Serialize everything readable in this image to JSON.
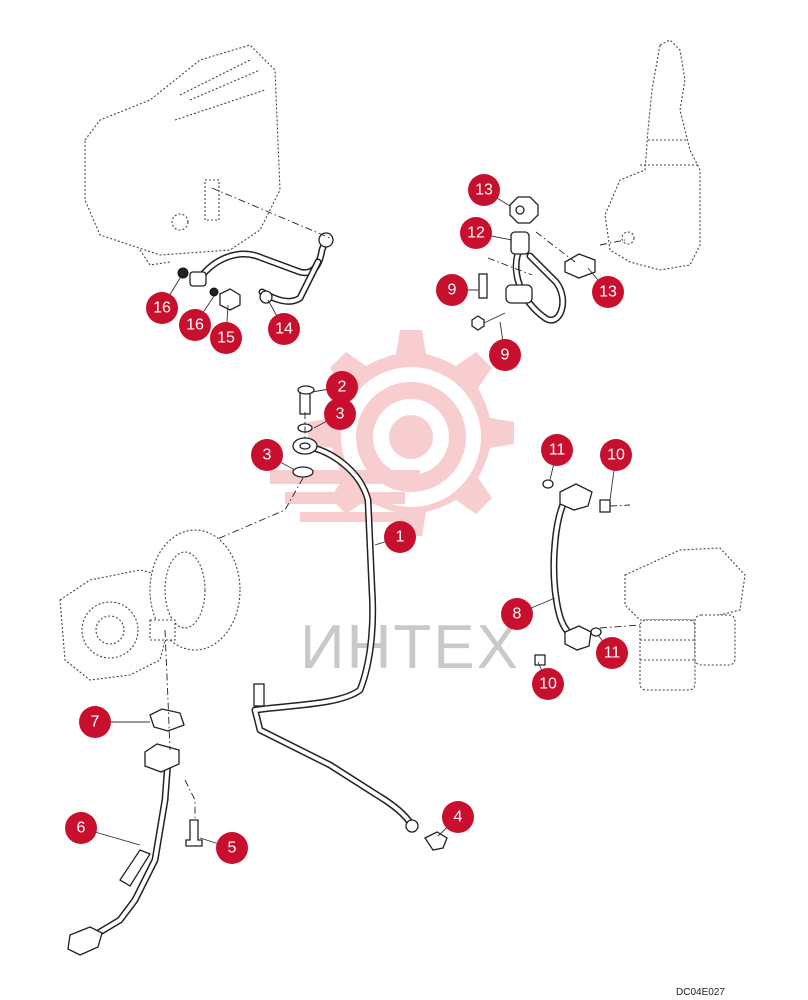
{
  "watermark": {
    "text": "ИНТЕХ"
  },
  "drawing_code": "DC04E027",
  "colors": {
    "callout": "#c8102e",
    "watermark_gear": "#e8676f",
    "watermark_text": "#c9c9c9"
  },
  "callouts": [
    {
      "id": "c1",
      "label": "1"
    },
    {
      "id": "c2",
      "label": "2"
    },
    {
      "id": "c3a",
      "label": "3"
    },
    {
      "id": "c3b",
      "label": "3"
    },
    {
      "id": "c4",
      "label": "4"
    },
    {
      "id": "c5",
      "label": "5"
    },
    {
      "id": "c6",
      "label": "6"
    },
    {
      "id": "c7",
      "label": "7"
    },
    {
      "id": "c8",
      "label": "8"
    },
    {
      "id": "c9a",
      "label": "9"
    },
    {
      "id": "c9b",
      "label": "9"
    },
    {
      "id": "c10a",
      "label": "10"
    },
    {
      "id": "c10b",
      "label": "10"
    },
    {
      "id": "c11a",
      "label": "11"
    },
    {
      "id": "c11b",
      "label": "11"
    },
    {
      "id": "c12",
      "label": "12"
    },
    {
      "id": "c13a",
      "label": "13"
    },
    {
      "id": "c13b",
      "label": "13"
    },
    {
      "id": "c14",
      "label": "14"
    },
    {
      "id": "c15",
      "label": "15"
    },
    {
      "id": "c16a",
      "label": "16"
    },
    {
      "id": "c16b",
      "label": "16"
    }
  ]
}
